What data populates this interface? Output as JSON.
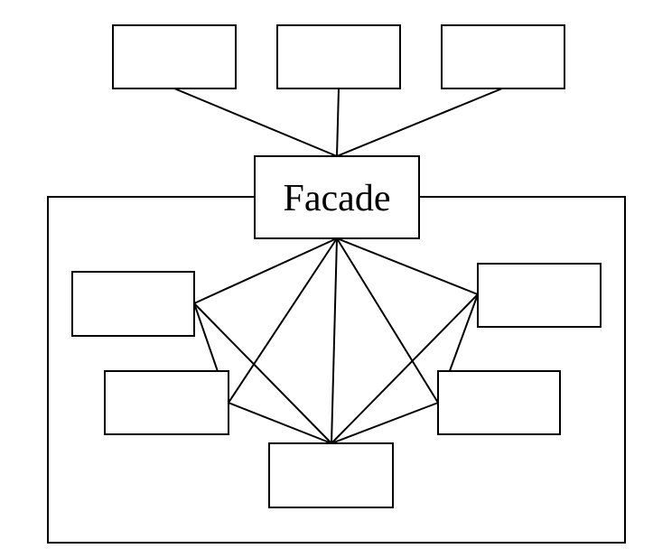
{
  "diagram": {
    "facade": {
      "label": "Facade"
    },
    "client_boxes": [
      {
        "id": "client-1",
        "label": ""
      },
      {
        "id": "client-2",
        "label": ""
      },
      {
        "id": "client-3",
        "label": ""
      }
    ],
    "subsystem_boxes": [
      {
        "id": "sub-left-top",
        "label": ""
      },
      {
        "id": "sub-left-bottom",
        "label": ""
      },
      {
        "id": "sub-bottom",
        "label": ""
      },
      {
        "id": "sub-right-bottom",
        "label": ""
      },
      {
        "id": "sub-right-top",
        "label": ""
      }
    ],
    "colors": {
      "stroke": "#000000",
      "background": "#ffffff"
    }
  }
}
